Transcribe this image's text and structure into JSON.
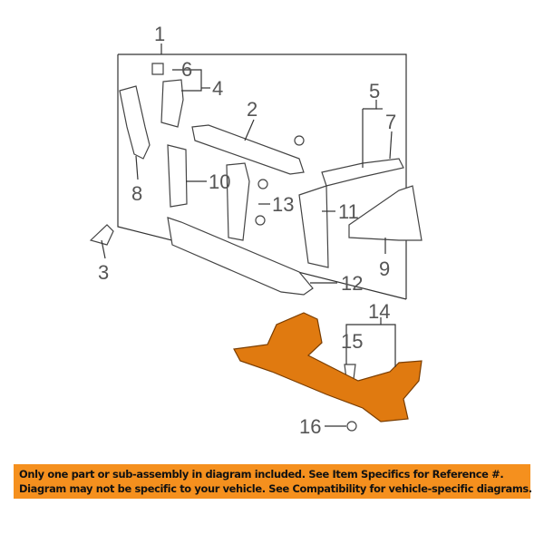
{
  "callouts": [
    "1",
    "2",
    "3",
    "4",
    "5",
    "6",
    "7",
    "8",
    "9",
    "10",
    "11",
    "12",
    "13",
    "14",
    "15",
    "16"
  ],
  "highlight_color": "#e07a10",
  "banner": {
    "line1": "Only one part or sub-assembly in diagram included. See Item Specifics for Reference #.",
    "line2": "Diagram may not be specific to your vehicle. See Compatibility for vehicle-specific diagrams.",
    "color": "#f5901e"
  }
}
